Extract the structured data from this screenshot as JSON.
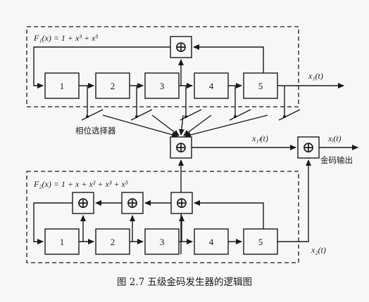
{
  "diagram": {
    "f1_label": "F₁(x) = 1 + x³ + x⁵",
    "f2_label": "F₂(x) = 1 + x + x² + x³ + x⁵",
    "register1_stages": [
      "1",
      "2",
      "3",
      "4",
      "5"
    ],
    "register2_stages": [
      "1",
      "2",
      "3",
      "4",
      "5"
    ],
    "xor_symbol": "⊕",
    "x1_label": "x₁(t)",
    "x1l_label": "x₁ₗ(t)",
    "x2_label": "x₂(t)",
    "xi_label": "xᵢ(t)",
    "phase_selector": "相位选择器",
    "gold_output": "金码输出",
    "caption": "图 2.7    五级金码发生器的逻辑图"
  }
}
